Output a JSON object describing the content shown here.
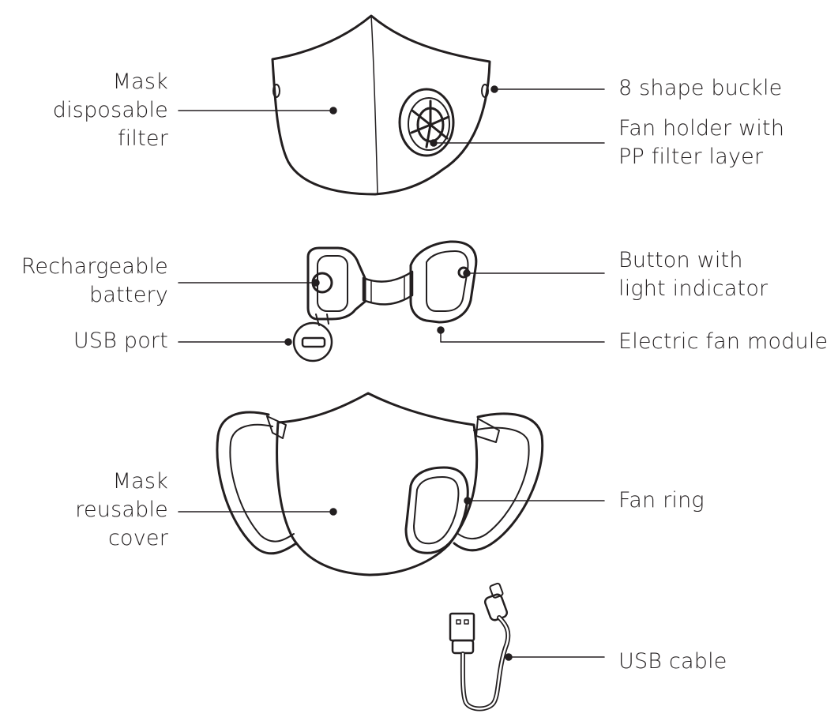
{
  "labels": {
    "mask_filter": [
      "Mask",
      "disposable",
      "filter"
    ],
    "buckle": [
      "8 shape buckle"
    ],
    "fan_holder": [
      "Fan holder with",
      "PP filter layer"
    ],
    "battery": [
      "Rechargeable",
      "battery"
    ],
    "usb_port": [
      "USB port"
    ],
    "button": [
      "Button with",
      "light indicator"
    ],
    "fan_module": [
      "Electric fan module"
    ],
    "mask_cover": [
      "Mask",
      "reusable",
      "cover"
    ],
    "fan_ring": [
      "Fan ring"
    ],
    "usb_cable": [
      "USB cable"
    ]
  },
  "colors": {
    "line": "#231f20",
    "background": "#ffffff",
    "fill_light": "#f2f2f2"
  }
}
